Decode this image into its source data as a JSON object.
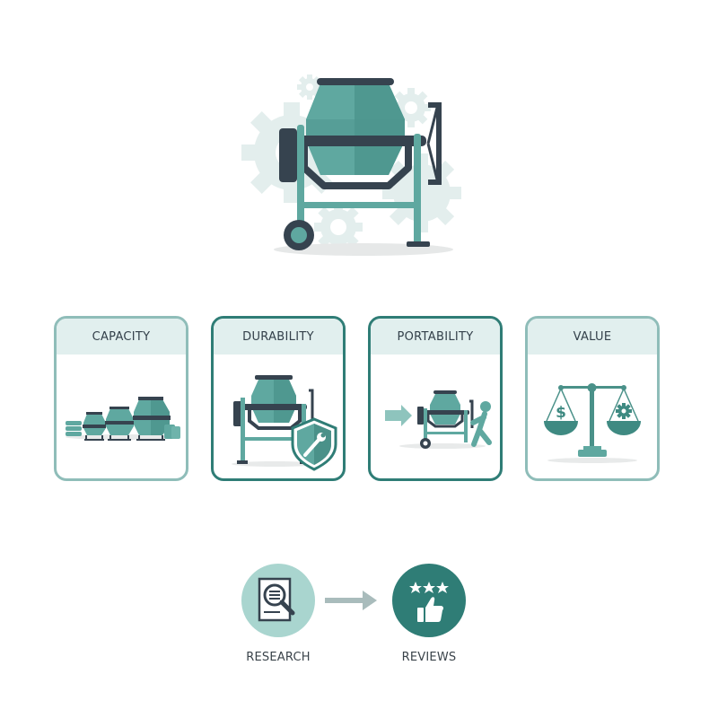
{
  "hero": {
    "subject": "cement-mixer-illustration",
    "background_motif": "gears"
  },
  "criteria": [
    {
      "label": "CAPACITY",
      "icon": "mixer-sizes-icon",
      "emphasis": "light"
    },
    {
      "label": "DURABILITY",
      "icon": "mixer-shield-wrench-icon",
      "emphasis": "strong"
    },
    {
      "label": "PORTABILITY",
      "icon": "mixer-push-icon",
      "emphasis": "strong"
    },
    {
      "label": "VALUE",
      "icon": "balance-scale-icon",
      "emphasis": "light"
    }
  ],
  "process": {
    "steps": [
      {
        "label": "RESEARCH",
        "icon": "document-magnifier-icon"
      },
      {
        "label": "REVIEWS",
        "icon": "stars-thumbs-up-icon"
      }
    ],
    "connector": "arrow-right-icon"
  },
  "colors": {
    "teal": "#5fa8a0",
    "teal_dark": "#2f7d76",
    "teal_light": "#8fbdb9",
    "header_bg": "#e1efee",
    "charcoal": "#36434f",
    "gear_bg": "#e4efee",
    "arrow_gray": "#a9bcbc"
  }
}
